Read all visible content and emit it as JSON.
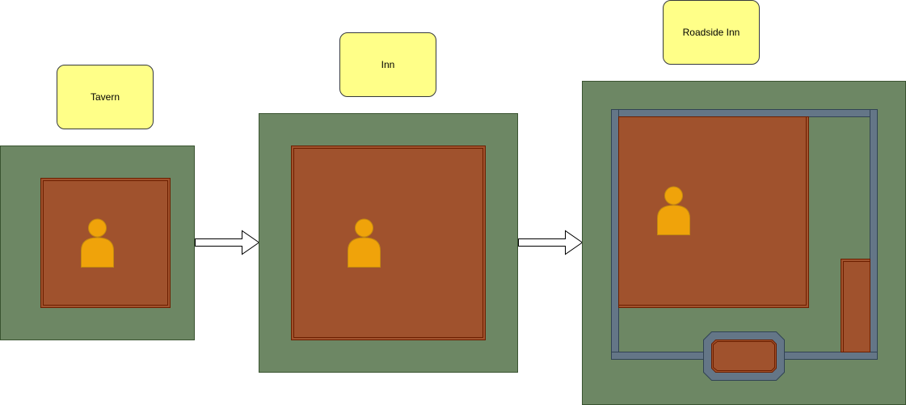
{
  "stages": [
    {
      "label": "Tavern"
    },
    {
      "label": "Inn"
    },
    {
      "label": "Roadside Inn"
    }
  ],
  "colors": {
    "label_fill": "#ffff88",
    "grass": "#6d8764",
    "floor": "#a0522d",
    "floor_border": "#6d1f00",
    "wall": "#647687",
    "person": "#f0a30a",
    "arrow_fill": "#ffffff"
  },
  "icons": [
    "person-icon",
    "arrow-right-icon"
  ]
}
